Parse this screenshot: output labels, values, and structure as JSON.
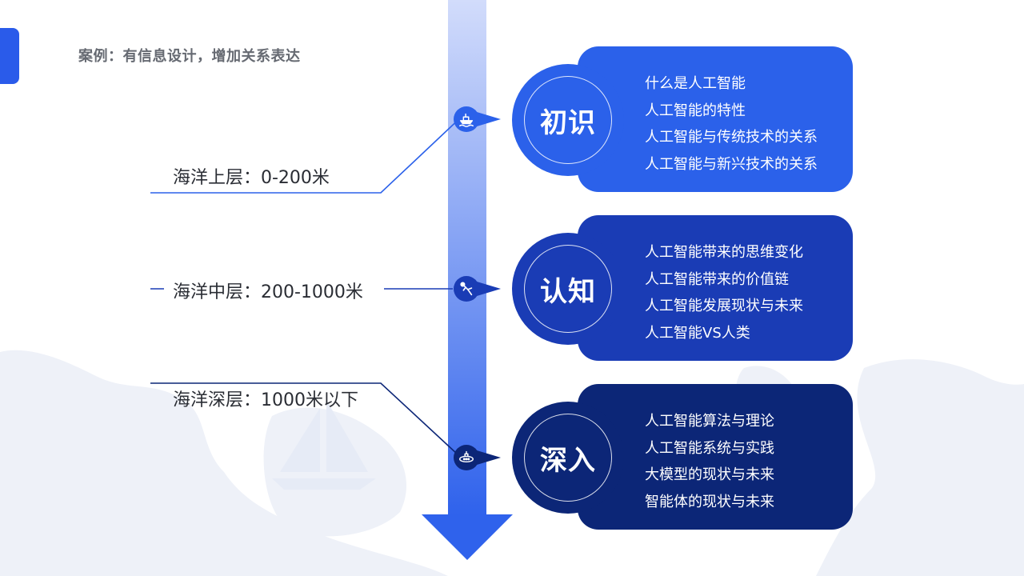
{
  "page": {
    "title": "案例：有信息设计，增加关系表达"
  },
  "colors": {
    "stage_1": "#2b61ea",
    "stage_2": "#1a3cb5",
    "stage_3": "#0c2677",
    "axis_top": "#d2dcfb",
    "axis_bottom": "#2f62ec"
  },
  "ocean_layers": [
    {
      "label": "海洋上层：0-200米",
      "icon": "ship-icon"
    },
    {
      "label": "海洋中层：200-1000米",
      "icon": "diver-icon"
    },
    {
      "label": "海洋深层：1000米以下",
      "icon": "submarine-icon"
    }
  ],
  "stages": [
    {
      "name": "初识",
      "topics": [
        "什么是人工智能",
        "人工智能的特性",
        "人工智能与传统技术的关系",
        "人工智能与新兴技术的关系"
      ]
    },
    {
      "name": "认知",
      "topics": [
        "人工智能带来的思维变化",
        "人工智能带来的价值链",
        "人工智能发展现状与未来",
        "人工智能VS人类"
      ]
    },
    {
      "name": "深入",
      "topics": [
        "人工智能算法与理论",
        "人工智能系统与实践",
        "大模型的现状与未来",
        "智能体的现状与未来"
      ]
    }
  ]
}
